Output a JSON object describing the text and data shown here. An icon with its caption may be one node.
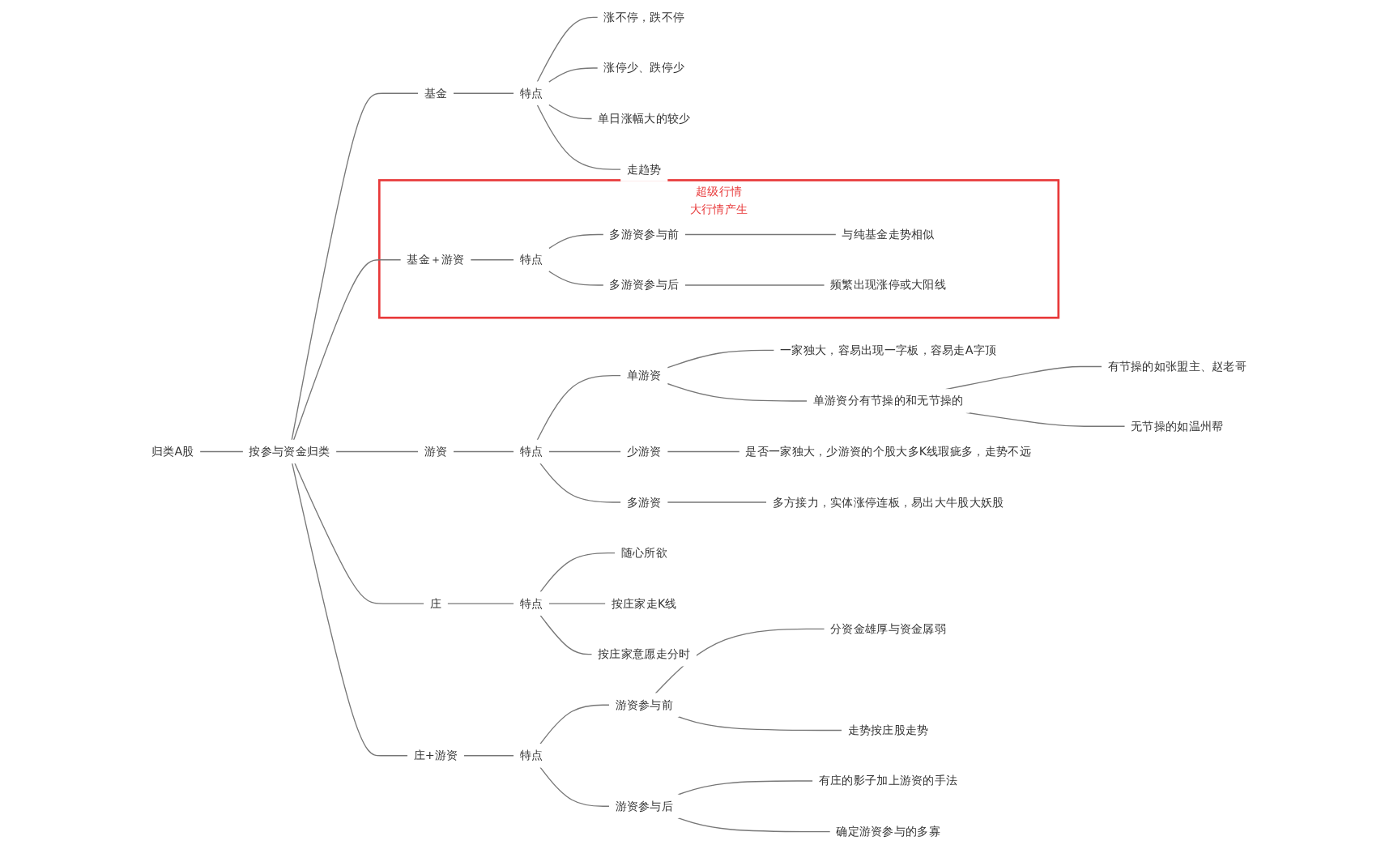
{
  "diagram": {
    "nodes": [
      {
        "text": [
          "归类A股"
        ]
      },
      {
        "text": [
          "按参与资金归类"
        ]
      },
      {
        "text": [
          "基金"
        ]
      },
      {
        "text": [
          "特点"
        ]
      },
      {
        "text": [
          "涨不停，跌不停"
        ]
      },
      {
        "text": [
          "涨停少、跌停少"
        ]
      },
      {
        "text": [
          "单日涨幅大的较少"
        ]
      },
      {
        "text": [
          "走趋势"
        ]
      },
      {
        "text": [
          "超级行情",
          "大行情产生"
        ]
      },
      {
        "text": [
          "基金＋游资"
        ],
        "in": 8
      },
      {
        "text": [
          "特点"
        ],
        "in": 8
      },
      {
        "text": [
          "多游资参与前"
        ],
        "in": 8
      },
      {
        "text": [
          "与纯基金走势相似"
        ],
        "in": 8
      },
      {
        "text": [
          "多游资参与后"
        ],
        "in": 8
      },
      {
        "text": [
          "频繁出现涨停或大阳线"
        ],
        "in": 8
      },
      {
        "text": [
          "游资"
        ]
      },
      {
        "text": [
          "特点"
        ]
      },
      {
        "text": [
          "单游资"
        ]
      },
      {
        "text": [
          "一家独大，容易出现一字板，容易走A字顶"
        ]
      },
      {
        "text": [
          "单游资分有节操的和无节操的"
        ]
      },
      {
        "text": [
          "有节操的如张盟主、赵老哥"
        ]
      },
      {
        "text": [
          "无节操的如温州帮"
        ]
      },
      {
        "text": [
          "少游资"
        ]
      },
      {
        "text": [
          "是否一家独大，少游资的个股大多K线瑕疵多，走势不远"
        ]
      },
      {
        "text": [
          "多游资"
        ]
      },
      {
        "text": [
          "多方接力，实体涨停连板，易出大牛股大妖股"
        ]
      },
      {
        "text": [
          "庄"
        ]
      },
      {
        "text": [
          "特点"
        ]
      },
      {
        "text": [
          "随心所欲"
        ]
      },
      {
        "text": [
          "按庄家走K线"
        ]
      },
      {
        "text": [
          "按庄家意愿走分时"
        ]
      },
      {
        "text": [
          "庄+游资"
        ]
      },
      {
        "text": [
          "特点"
        ]
      },
      {
        "text": [
          "游资参与前"
        ]
      },
      {
        "text": [
          "分资金雄厚与资金孱弱"
        ]
      },
      {
        "text": [
          "走势按庄股走势"
        ]
      },
      {
        "text": [
          "游资参与后"
        ]
      },
      {
        "text": [
          "有庄的影子加上游资的手法"
        ]
      },
      {
        "text": [
          "确定游资参与的多寡"
        ]
      }
    ],
    "edges": [
      {
        "from": 0,
        "to": 1,
        "arrow": "none"
      },
      {
        "from": 1,
        "to": 2,
        "arrow": "none"
      },
      {
        "from": 2,
        "to": 3,
        "arrow": "none"
      },
      {
        "from": 3,
        "to": 4,
        "arrow": "none"
      },
      {
        "from": 3,
        "to": 5,
        "arrow": "none"
      },
      {
        "from": 3,
        "to": 6,
        "arrow": "none"
      },
      {
        "from": 3,
        "to": 7,
        "arrow": "none"
      },
      {
        "from": 1,
        "to": 9,
        "arrow": "none"
      },
      {
        "from": 9,
        "to": 10,
        "arrow": "none"
      },
      {
        "from": 10,
        "to": 11,
        "arrow": "none"
      },
      {
        "from": 11,
        "to": 12,
        "arrow": "none"
      },
      {
        "from": 10,
        "to": 13,
        "arrow": "none"
      },
      {
        "from": 13,
        "to": 14,
        "arrow": "none"
      },
      {
        "from": 1,
        "to": 15,
        "arrow": "none"
      },
      {
        "from": 15,
        "to": 16,
        "arrow": "none"
      },
      {
        "from": 16,
        "to": 17,
        "arrow": "none"
      },
      {
        "from": 17,
        "to": 18,
        "arrow": "none"
      },
      {
        "from": 17,
        "to": 19,
        "arrow": "none"
      },
      {
        "from": 19,
        "to": 20,
        "arrow": "none"
      },
      {
        "from": 19,
        "to": 21,
        "arrow": "none"
      },
      {
        "from": 16,
        "to": 22,
        "arrow": "none"
      },
      {
        "from": 22,
        "to": 23,
        "arrow": "none"
      },
      {
        "from": 16,
        "to": 24,
        "arrow": "none"
      },
      {
        "from": 24,
        "to": 25,
        "arrow": "none"
      },
      {
        "from": 1,
        "to": 26,
        "arrow": "none"
      },
      {
        "from": 26,
        "to": 27,
        "arrow": "none"
      },
      {
        "from": 27,
        "to": 28,
        "arrow": "none"
      },
      {
        "from": 27,
        "to": 29,
        "arrow": "none"
      },
      {
        "from": 27,
        "to": 30,
        "arrow": "none"
      },
      {
        "from": 1,
        "to": 31,
        "arrow": "none"
      },
      {
        "from": 31,
        "to": 32,
        "arrow": "none"
      },
      {
        "from": 32,
        "to": 33,
        "arrow": "none"
      },
      {
        "from": 33,
        "to": 34,
        "arrow": "none"
      },
      {
        "from": 33,
        "to": 35,
        "arrow": "none"
      },
      {
        "from": 32,
        "to": 36,
        "arrow": "none"
      },
      {
        "from": 36,
        "to": 37,
        "arrow": "none"
      },
      {
        "from": 36,
        "to": 38,
        "arrow": "none"
      }
    ]
  }
}
